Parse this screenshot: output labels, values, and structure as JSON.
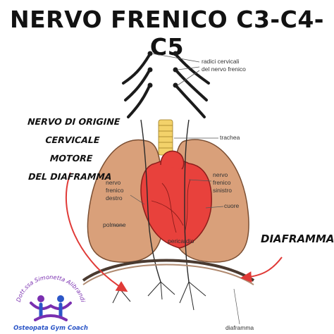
{
  "title": "NERVO FRENICO C3-C4-C5",
  "annotation_left": {
    "line1": "NERVO DI ORIGINE CERVICALE",
    "line2": "MOTORE",
    "line3": "DEL DIAFRAMMA"
  },
  "annotation_right": "DIAFRAMMA",
  "labels": {
    "radici_1": "radici cervicali",
    "radici_2": "del nervo frenico",
    "trachea": "trachea",
    "nervo_sx_1": "nervo",
    "nervo_sx_2": "frenico",
    "nervo_sx_3": "sinistro",
    "nervo_dx_1": "nervo",
    "nervo_dx_2": "frenico",
    "nervo_dx_3": "destro",
    "cuore": "cuore",
    "polmone": "polmone",
    "pericardio": "pericardio",
    "diaframma": "diaframma"
  },
  "logo": {
    "arc_text": "Dott.ssa Simonetta Alibrandi",
    "bottom_text": "Osteopata Gym Coach"
  },
  "colors": {
    "lung": "#d9a07a",
    "heart": "#e8413c",
    "arrow": "#e03a37",
    "logo_purple": "#7a2fb0",
    "logo_blue": "#2c56c7"
  }
}
